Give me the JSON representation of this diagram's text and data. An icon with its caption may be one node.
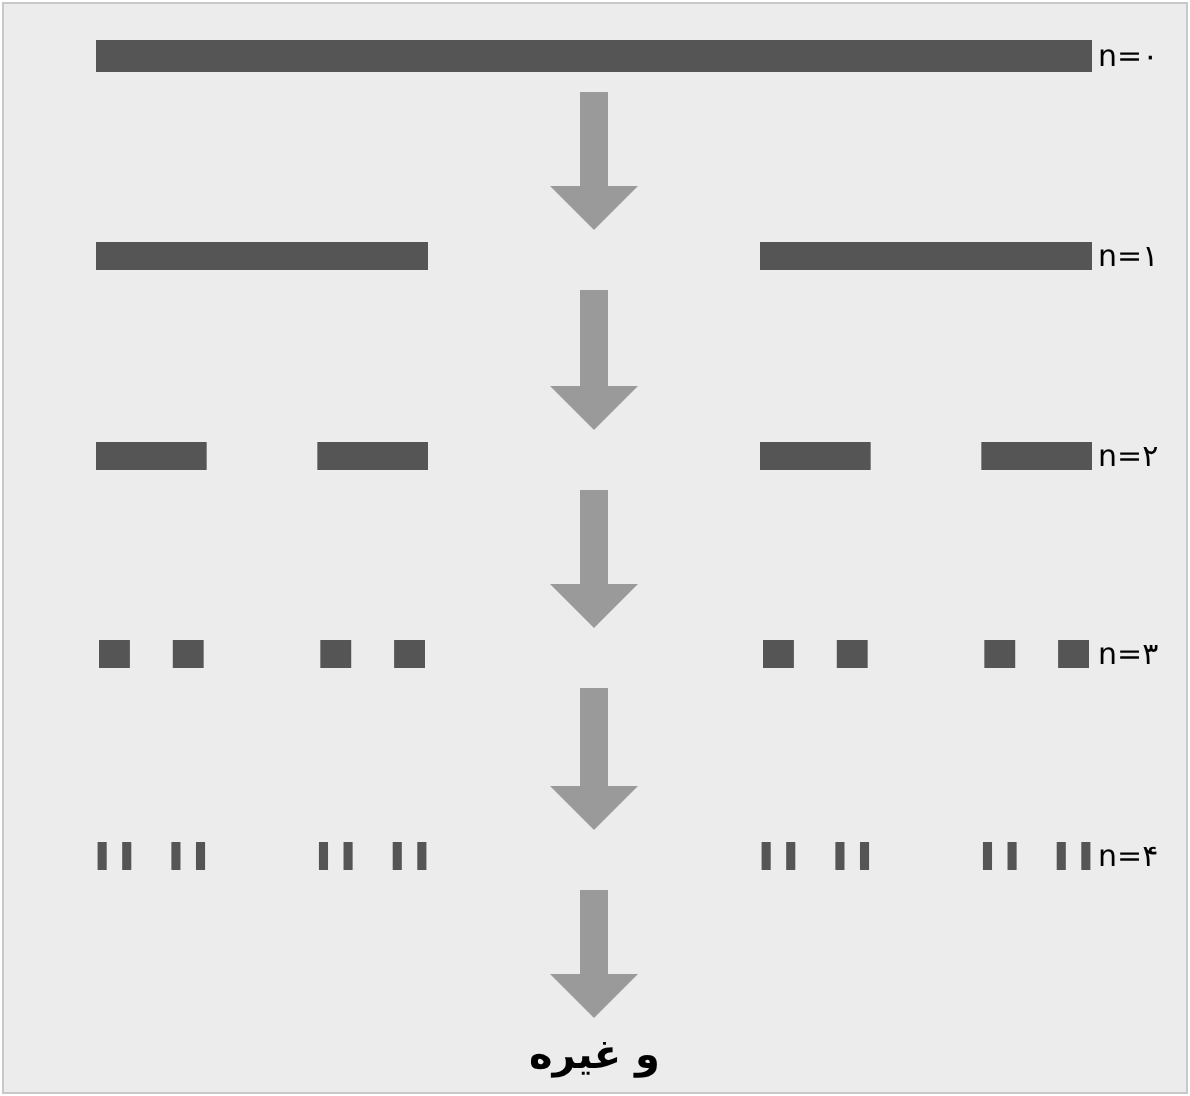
{
  "diagram": {
    "nodes": [
      {
        "text": [],
        "shape": "bar",
        "beside": [
          "n=۰"
        ]
      },
      {
        "text": [],
        "shape": "bar",
        "beside": [
          "n=۱"
        ]
      },
      {
        "text": [],
        "shape": "bar",
        "beside": [
          "n=۲"
        ]
      },
      {
        "text": [],
        "shape": "bar",
        "beside": [
          "n=۳"
        ]
      },
      {
        "text": [],
        "shape": "bar",
        "beside": [
          "n=۴"
        ]
      },
      {
        "text": [
          "و غیره"
        ]
      }
    ],
    "edges": [
      {
        "from": 0,
        "to": 1,
        "arrow": "to"
      },
      {
        "from": 1,
        "to": 2,
        "arrow": "to"
      },
      {
        "from": 2,
        "to": 3,
        "arrow": "to"
      },
      {
        "from": 3,
        "to": 4,
        "arrow": "to"
      },
      {
        "from": 4,
        "to": 5,
        "arrow": "to"
      }
    ]
  }
}
